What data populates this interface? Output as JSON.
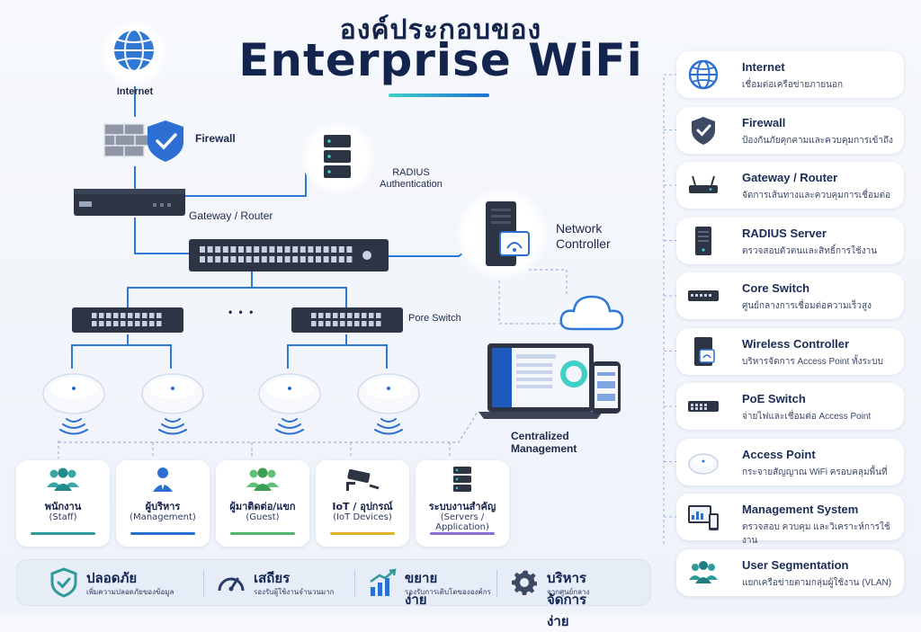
{
  "title": {
    "thai": "องค์ประกอบของ",
    "english": "Enterprise WiFi"
  },
  "diagram": {
    "internet": "Internet",
    "firewall": "Firewall",
    "radius_line1": "RADIUS",
    "radius_line2": "Authentication",
    "gateway": "Gateway / Router",
    "network_controller_line1": "Network",
    "network_controller_line2": "Controller",
    "ellipsis": "• • •",
    "poe_switch": "Pore Switch",
    "centralized_line1": "Centralized",
    "centralized_line2": "Management"
  },
  "user_groups": [
    {
      "name": "พนักงาน",
      "sub": "(Staff)",
      "icon": "team-icon",
      "color": "#2f9a9a"
    },
    {
      "name": "ผู้บริหาร",
      "sub": "(Management)",
      "icon": "manager-icon",
      "color": "#2b6fd1"
    },
    {
      "name": "ผู้มาติดต่อ/แขก",
      "sub": "(Guest)",
      "icon": "guest-group-icon",
      "color": "#4fb36a"
    },
    {
      "name": "IoT / อุปกรณ์",
      "sub": "(IoT Devices)",
      "icon": "cctv-camera-icon",
      "color": "#e0b42a"
    },
    {
      "name": "ระบบงานสำคัญ",
      "sub": "(Servers / Application)",
      "icon": "server-stack-icon",
      "color": "#8a6fd0"
    }
  ],
  "components": [
    {
      "title": "Internet",
      "desc": "เชื่อมต่อเครือข่ายภายนอก",
      "icon": "globe-icon"
    },
    {
      "title": "Firewall",
      "desc": "ป้องกันภัยคุกคามและควบคุมการเข้าถึง",
      "icon": "shield-check-icon"
    },
    {
      "title": "Gateway / Router",
      "desc": "จัดการเส้นทางและควบคุมการเชื่อมต่อ",
      "icon": "router-icon"
    },
    {
      "title": "RADIUS Server",
      "desc": "ตรวจสอบตัวตนและสิทธิ์การใช้งาน",
      "icon": "server-icon"
    },
    {
      "title": "Core Switch",
      "desc": "ศูนย์กลางการเชื่อมต่อความเร็วสูง",
      "icon": "switch-icon"
    },
    {
      "title": "Wireless Controller",
      "desc": "บริหารจัดการ Access Point ทั้งระบบ",
      "icon": "controller-icon"
    },
    {
      "title": "PoE Switch",
      "desc": "จ่ายไฟและเชื่อมต่อ Access Point",
      "icon": "poe-switch-icon"
    },
    {
      "title": "Access Point",
      "desc": "กระจายสัญญาณ WiFi ครอบคลุมพื้นที่",
      "icon": "access-point-icon"
    },
    {
      "title": "Management System",
      "desc": "ตรวจสอบ ควบคุม และวิเคราะห์การใช้งาน",
      "icon": "dashboard-icon"
    },
    {
      "title": "User Segmentation",
      "desc": "แยกเครือข่ายตามกลุ่มผู้ใช้งาน (VLAN)",
      "icon": "user-group-icon"
    }
  ],
  "benefits": [
    {
      "title": "ปลอดภัย",
      "desc": "เพิ่มความปลอดภัยของข้อมูล",
      "icon": "shield-check-icon"
    },
    {
      "title": "เสถียร",
      "desc": "รองรับผู้ใช้งานจำนวนมาก",
      "icon": "gauge-icon"
    },
    {
      "title": "ขยายง่าย",
      "desc": "รองรับการเติบโตขององค์กร",
      "icon": "growth-chart-icon"
    },
    {
      "title": "บริหารจัดการง่าย",
      "desc": "จากศูนย์กลาง",
      "icon": "gear-icon"
    }
  ],
  "colors": {
    "primary_blue": "#2b6fd1",
    "navy": "#13244f",
    "teal": "#3fd0c6",
    "device_dark": "#2d3444"
  }
}
